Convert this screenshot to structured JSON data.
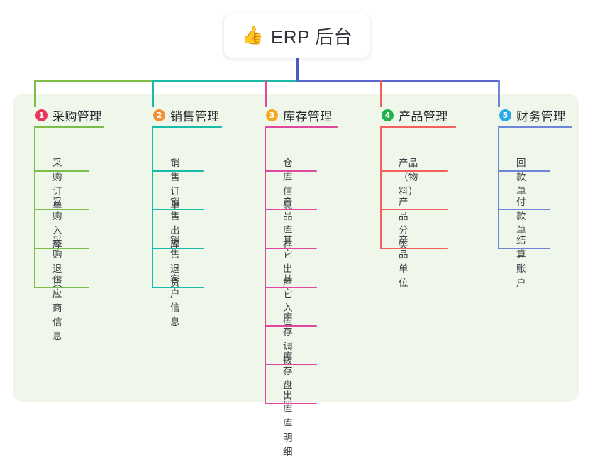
{
  "title": {
    "emoji": "👍",
    "emoji_name": "thumbs-up-icon",
    "text": "ERP 后台"
  },
  "theme": {
    "panel_bg": "#eef7e9",
    "page_bg": "#ffffff",
    "card_bg": "#ffffff",
    "title_color": "#2f3338",
    "stem_color": "#4a5bbf",
    "bus_left_color": "#7dbe4a",
    "bus_mid_color": "#18bba8",
    "bus_right_color": "#5566cf"
  },
  "columns": [
    {
      "index": "1",
      "title": "采购管理",
      "badge_color": "#e8365d",
      "line_color": "#7dbe4a",
      "drop_color": "#7dbe4a",
      "items": [
        "采购订单",
        "采购入库",
        "采购退货",
        "供应商信息"
      ]
    },
    {
      "index": "2",
      "title": "销售管理",
      "badge_color": "#f49033",
      "line_color": "#18bba8",
      "drop_color": "#18bba8",
      "items": [
        "销售订单",
        "销售出库",
        "销售退货",
        "客户信息"
      ]
    },
    {
      "index": "3",
      "title": "库存管理",
      "badge_color": "#f5a623",
      "line_color": "#e0479e",
      "drop_color": "#e8479a",
      "items": [
        "仓库信息",
        "产品库存",
        "其它出库",
        "其它入库",
        "库存调拨",
        "库存盘点",
        "出库库明细"
      ]
    },
    {
      "index": "4",
      "title": "产品管理",
      "badge_color": "#22b14c",
      "line_color": "#f2605e",
      "drop_color": "#f2605e",
      "items": [
        "产品（物料）",
        "产品分类",
        "产品单位"
      ]
    },
    {
      "index": "5",
      "title": "财务管理",
      "badge_color": "#29abe2",
      "line_color": "#6e86d8",
      "drop_color": "#6e86d8",
      "items": [
        "回款单",
        "付款单",
        "结算账户"
      ]
    }
  ]
}
